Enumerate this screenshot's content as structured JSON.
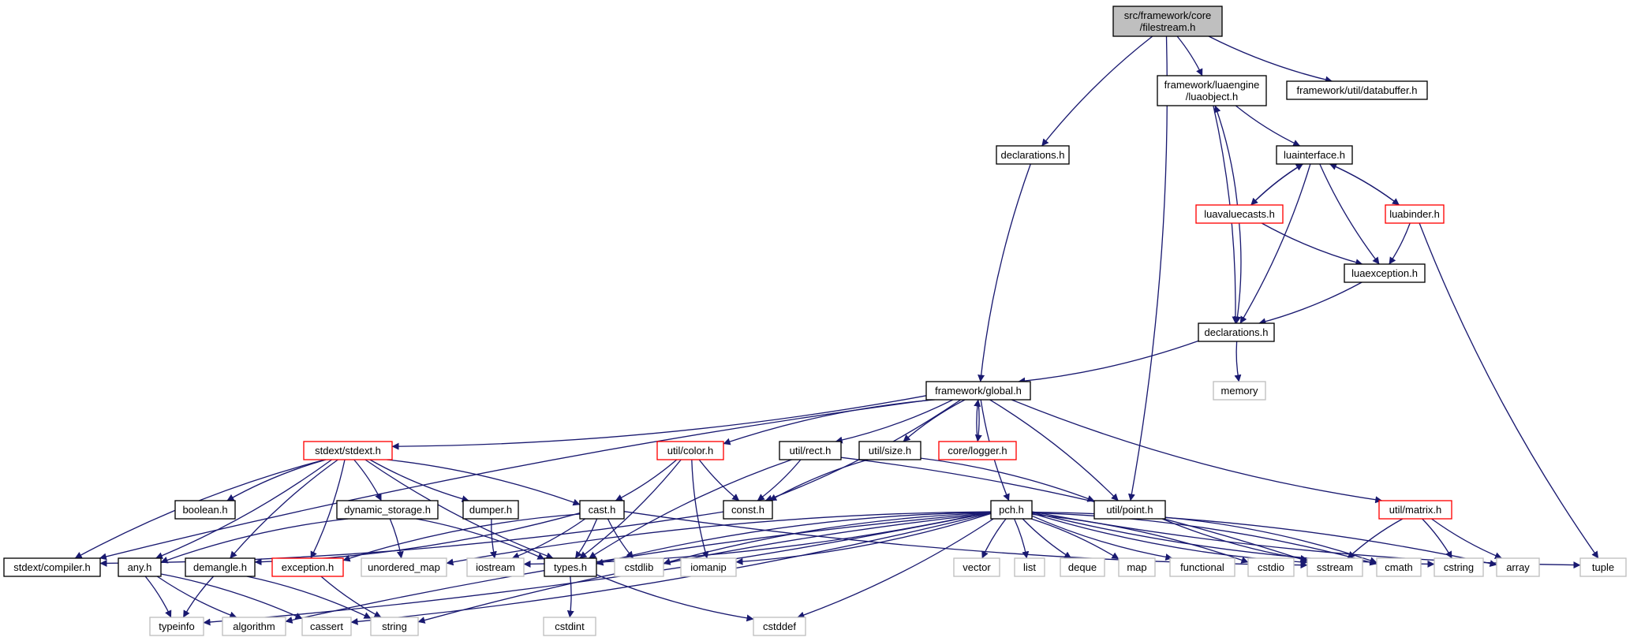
{
  "colors": {
    "edge": "#191970",
    "node_border": "#000000",
    "node_fill": "#ffffff",
    "root_fill": "#bfbfbf",
    "truncated_border": "#ff0000",
    "system_border": "#bfbfbf",
    "system_text": "#000000"
  },
  "nodes": [
    {
      "id": "root",
      "lines": [
        "src/framework/core",
        "/filestream.h"
      ],
      "kind": "root"
    },
    {
      "id": "luaobject",
      "lines": [
        "framework/luaengine",
        "/luaobject.h"
      ],
      "kind": "normal"
    },
    {
      "id": "databuffer",
      "lines": [
        "framework/util/databuffer.h"
      ],
      "kind": "normal"
    },
    {
      "id": "declarations_core",
      "lines": [
        "declarations.h"
      ],
      "kind": "normal"
    },
    {
      "id": "luainterface",
      "lines": [
        "luainterface.h"
      ],
      "kind": "normal"
    },
    {
      "id": "luavaluecasts",
      "lines": [
        "luavaluecasts.h"
      ],
      "kind": "truncated"
    },
    {
      "id": "luabinder",
      "lines": [
        "luabinder.h"
      ],
      "kind": "truncated"
    },
    {
      "id": "luaexception",
      "lines": [
        "luaexception.h"
      ],
      "kind": "normal"
    },
    {
      "id": "declarations_lua",
      "lines": [
        "declarations.h"
      ],
      "kind": "normal"
    },
    {
      "id": "memory",
      "lines": [
        "memory"
      ],
      "kind": "system"
    },
    {
      "id": "global",
      "lines": [
        "framework/global.h"
      ],
      "kind": "normal"
    },
    {
      "id": "stdext",
      "lines": [
        "stdext/stdext.h"
      ],
      "kind": "truncated"
    },
    {
      "id": "color",
      "lines": [
        "util/color.h"
      ],
      "kind": "truncated"
    },
    {
      "id": "rect",
      "lines": [
        "util/rect.h"
      ],
      "kind": "normal"
    },
    {
      "id": "size",
      "lines": [
        "util/size.h"
      ],
      "kind": "normal"
    },
    {
      "id": "logger",
      "lines": [
        "core/logger.h"
      ],
      "kind": "truncated"
    },
    {
      "id": "matrix",
      "lines": [
        "util/matrix.h"
      ],
      "kind": "truncated"
    },
    {
      "id": "boolean",
      "lines": [
        "boolean.h"
      ],
      "kind": "normal"
    },
    {
      "id": "dynamic_storage",
      "lines": [
        "dynamic_storage.h"
      ],
      "kind": "normal"
    },
    {
      "id": "dumper",
      "lines": [
        "dumper.h"
      ],
      "kind": "normal"
    },
    {
      "id": "cast",
      "lines": [
        "cast.h"
      ],
      "kind": "normal"
    },
    {
      "id": "const",
      "lines": [
        "const.h"
      ],
      "kind": "normal"
    },
    {
      "id": "pch",
      "lines": [
        "pch.h"
      ],
      "kind": "normal"
    },
    {
      "id": "point",
      "lines": [
        "util/point.h"
      ],
      "kind": "normal"
    },
    {
      "id": "compiler",
      "lines": [
        "stdext/compiler.h"
      ],
      "kind": "normal"
    },
    {
      "id": "any",
      "lines": [
        "any.h"
      ],
      "kind": "normal"
    },
    {
      "id": "demangle",
      "lines": [
        "demangle.h"
      ],
      "kind": "normal"
    },
    {
      "id": "exception",
      "lines": [
        "exception.h"
      ],
      "kind": "truncated"
    },
    {
      "id": "unordered_map",
      "lines": [
        "unordered_map"
      ],
      "kind": "system"
    },
    {
      "id": "iostream",
      "lines": [
        "iostream"
      ],
      "kind": "system"
    },
    {
      "id": "types",
      "lines": [
        "types.h"
      ],
      "kind": "normal"
    },
    {
      "id": "cstdlib",
      "lines": [
        "cstdlib"
      ],
      "kind": "system"
    },
    {
      "id": "iomanip",
      "lines": [
        "iomanip"
      ],
      "kind": "system"
    },
    {
      "id": "vector",
      "lines": [
        "vector"
      ],
      "kind": "system"
    },
    {
      "id": "list",
      "lines": [
        "list"
      ],
      "kind": "system"
    },
    {
      "id": "deque",
      "lines": [
        "deque"
      ],
      "kind": "system"
    },
    {
      "id": "map",
      "lines": [
        "map"
      ],
      "kind": "system"
    },
    {
      "id": "functional",
      "lines": [
        "functional"
      ],
      "kind": "system"
    },
    {
      "id": "cstdio",
      "lines": [
        "cstdio"
      ],
      "kind": "system"
    },
    {
      "id": "sstream",
      "lines": [
        "sstream"
      ],
      "kind": "system"
    },
    {
      "id": "cmath",
      "lines": [
        "cmath"
      ],
      "kind": "system"
    },
    {
      "id": "cstring",
      "lines": [
        "cstring"
      ],
      "kind": "system"
    },
    {
      "id": "array",
      "lines": [
        "array"
      ],
      "kind": "system"
    },
    {
      "id": "tuple",
      "lines": [
        "tuple"
      ],
      "kind": "system"
    },
    {
      "id": "typeinfo",
      "lines": [
        "typeinfo"
      ],
      "kind": "system"
    },
    {
      "id": "algorithm",
      "lines": [
        "algorithm"
      ],
      "kind": "system"
    },
    {
      "id": "cassert",
      "lines": [
        "cassert"
      ],
      "kind": "system"
    },
    {
      "id": "string",
      "lines": [
        "string"
      ],
      "kind": "system"
    },
    {
      "id": "cstdint",
      "lines": [
        "cstdint"
      ],
      "kind": "system"
    },
    {
      "id": "cstddef",
      "lines": [
        "cstddef"
      ],
      "kind": "system"
    }
  ],
  "edges": [
    {
      "from": "root",
      "to": "declarations_core"
    },
    {
      "from": "root",
      "to": "luaobject"
    },
    {
      "from": "root",
      "to": "databuffer"
    },
    {
      "from": "root",
      "to": "point"
    },
    {
      "from": "luaobject",
      "to": "luainterface"
    },
    {
      "from": "luaobject",
      "to": "declarations_lua"
    },
    {
      "from": "luainterface",
      "to": "luavaluecasts"
    },
    {
      "from": "luainterface",
      "to": "luabinder"
    },
    {
      "from": "luainterface",
      "to": "luaexception"
    },
    {
      "from": "luainterface",
      "to": "declarations_lua"
    },
    {
      "from": "luavaluecasts",
      "to": "luaobject"
    },
    {
      "from": "luavaluecasts",
      "to": "luainterface"
    },
    {
      "from": "luavaluecasts",
      "to": "luaexception"
    },
    {
      "from": "luavaluecasts",
      "to": "declarations_lua"
    },
    {
      "from": "luabinder",
      "to": "luainterface"
    },
    {
      "from": "luabinder",
      "to": "luaexception"
    },
    {
      "from": "luabinder",
      "to": "tuple"
    },
    {
      "from": "luaexception",
      "to": "declarations_lua"
    },
    {
      "from": "declarations_lua",
      "to": "memory"
    },
    {
      "from": "declarations_lua",
      "to": "global"
    },
    {
      "from": "declarations_core",
      "to": "global"
    },
    {
      "from": "global",
      "to": "stdext"
    },
    {
      "from": "global",
      "to": "color"
    },
    {
      "from": "global",
      "to": "rect"
    },
    {
      "from": "global",
      "to": "size"
    },
    {
      "from": "global",
      "to": "logger"
    },
    {
      "from": "global",
      "to": "matrix"
    },
    {
      "from": "global",
      "to": "const"
    },
    {
      "from": "global",
      "to": "pch"
    },
    {
      "from": "global",
      "to": "point"
    },
    {
      "from": "global",
      "to": "compiler"
    },
    {
      "from": "logger",
      "to": "global"
    },
    {
      "from": "stdext",
      "to": "boolean"
    },
    {
      "from": "stdext",
      "to": "dynamic_storage"
    },
    {
      "from": "stdext",
      "to": "dumper"
    },
    {
      "from": "stdext",
      "to": "cast"
    },
    {
      "from": "stdext",
      "to": "compiler"
    },
    {
      "from": "stdext",
      "to": "any"
    },
    {
      "from": "stdext",
      "to": "demangle"
    },
    {
      "from": "stdext",
      "to": "exception"
    },
    {
      "from": "stdext",
      "to": "types"
    },
    {
      "from": "color",
      "to": "cast"
    },
    {
      "from": "color",
      "to": "const"
    },
    {
      "from": "color",
      "to": "types"
    },
    {
      "from": "color",
      "to": "iomanip"
    },
    {
      "from": "rect",
      "to": "const"
    },
    {
      "from": "rect",
      "to": "types"
    },
    {
      "from": "rect",
      "to": "sstream"
    },
    {
      "from": "size",
      "to": "const"
    },
    {
      "from": "size",
      "to": "point"
    },
    {
      "from": "matrix",
      "to": "sstream"
    },
    {
      "from": "matrix",
      "to": "cstring"
    },
    {
      "from": "matrix",
      "to": "array"
    },
    {
      "from": "dynamic_storage",
      "to": "types"
    },
    {
      "from": "dynamic_storage",
      "to": "any"
    },
    {
      "from": "dynamic_storage",
      "to": "unordered_map"
    },
    {
      "from": "dumper",
      "to": "iostream"
    },
    {
      "from": "cast",
      "to": "demangle"
    },
    {
      "from": "cast",
      "to": "exception"
    },
    {
      "from": "cast",
      "to": "iostream"
    },
    {
      "from": "cast",
      "to": "cstdlib"
    },
    {
      "from": "cast",
      "to": "types"
    },
    {
      "from": "cast",
      "to": "sstream"
    },
    {
      "from": "const",
      "to": "compiler"
    },
    {
      "from": "point",
      "to": "sstream"
    },
    {
      "from": "point",
      "to": "cmath"
    },
    {
      "from": "pch",
      "to": "cstdlib"
    },
    {
      "from": "pch",
      "to": "iostream"
    },
    {
      "from": "pch",
      "to": "vector"
    },
    {
      "from": "pch",
      "to": "list"
    },
    {
      "from": "pch",
      "to": "deque"
    },
    {
      "from": "pch",
      "to": "map"
    },
    {
      "from": "pch",
      "to": "functional"
    },
    {
      "from": "pch",
      "to": "cstdio"
    },
    {
      "from": "pch",
      "to": "sstream"
    },
    {
      "from": "pch",
      "to": "cmath"
    },
    {
      "from": "pch",
      "to": "cstring"
    },
    {
      "from": "pch",
      "to": "array"
    },
    {
      "from": "pch",
      "to": "tuple"
    },
    {
      "from": "pch",
      "to": "typeinfo"
    },
    {
      "from": "pch",
      "to": "algorithm"
    },
    {
      "from": "pch",
      "to": "cassert"
    },
    {
      "from": "pch",
      "to": "string"
    },
    {
      "from": "pch",
      "to": "iomanip"
    },
    {
      "from": "pch",
      "to": "unordered_map"
    },
    {
      "from": "pch",
      "to": "cstddef"
    },
    {
      "from": "pch",
      "to": "types"
    },
    {
      "from": "any",
      "to": "typeinfo"
    },
    {
      "from": "any",
      "to": "algorithm"
    },
    {
      "from": "any",
      "to": "cassert"
    },
    {
      "from": "demangle",
      "to": "typeinfo"
    },
    {
      "from": "demangle",
      "to": "string"
    },
    {
      "from": "exception",
      "to": "string"
    },
    {
      "from": "types",
      "to": "cstdint"
    },
    {
      "from": "types",
      "to": "cstddef"
    }
  ]
}
